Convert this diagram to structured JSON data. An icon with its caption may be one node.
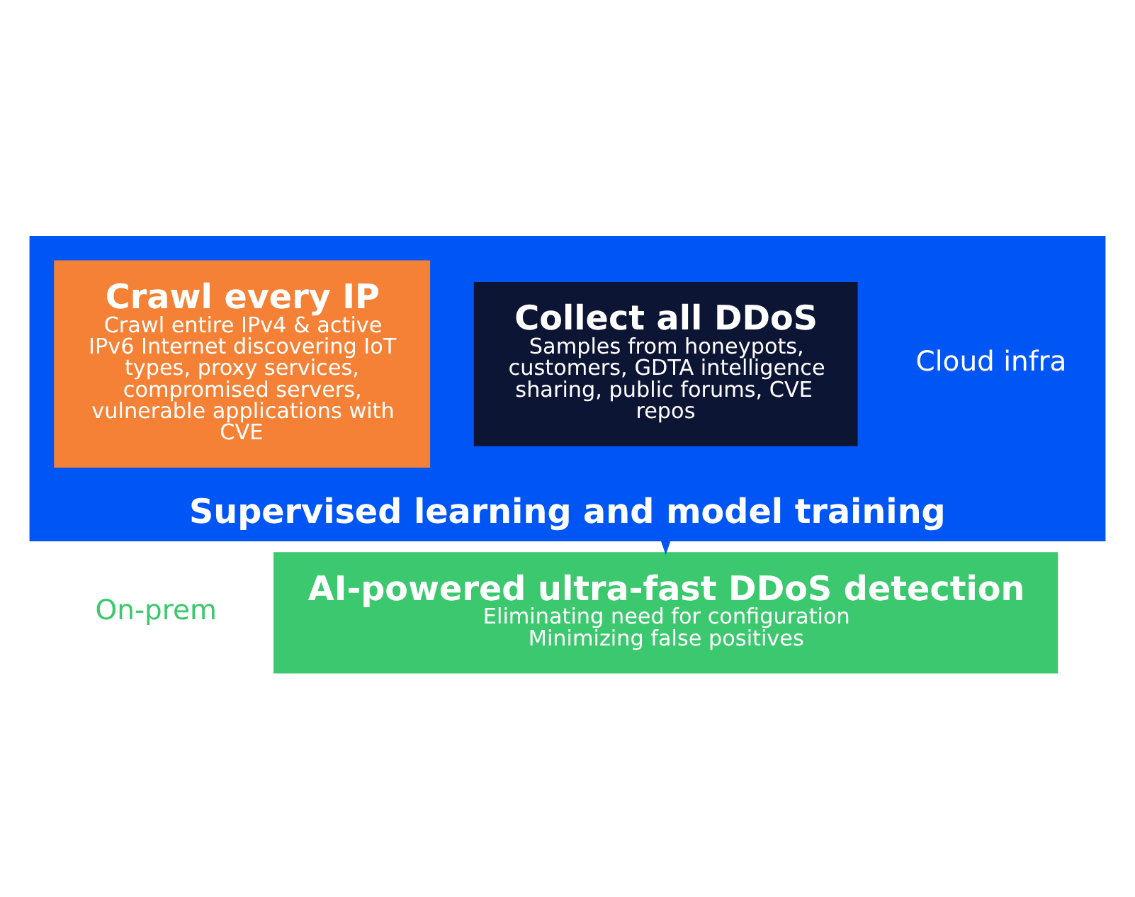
{
  "diagram": {
    "nodes": [
      {
        "text": [
          "Supervised learning and model training"
        ],
        "beside": [
          "Cloud infra"
        ]
      },
      {
        "text": [
          "Collect all DDoS",
          "Samples from honeypots, customers, GDTA intelligence sharing, public forums, CVE repos"
        ],
        "in": 0
      },
      {
        "text": [
          "Crawl every IP",
          "Crawl entire IPv4 & active IPv6 Internet discovering IoT types, proxy services, compromised servers, vulnerable applications with CVE"
        ],
        "in": 0
      },
      {
        "text": [
          "AI-powered ultra-fast DDoS detection",
          "Eliminating need for configuration",
          "Minimizing false positives"
        ],
        "beside": [
          "On-prem"
        ]
      }
    ],
    "edges": [
      {
        "from": 0,
        "to": 3,
        "arrow": "to"
      }
    ]
  }
}
